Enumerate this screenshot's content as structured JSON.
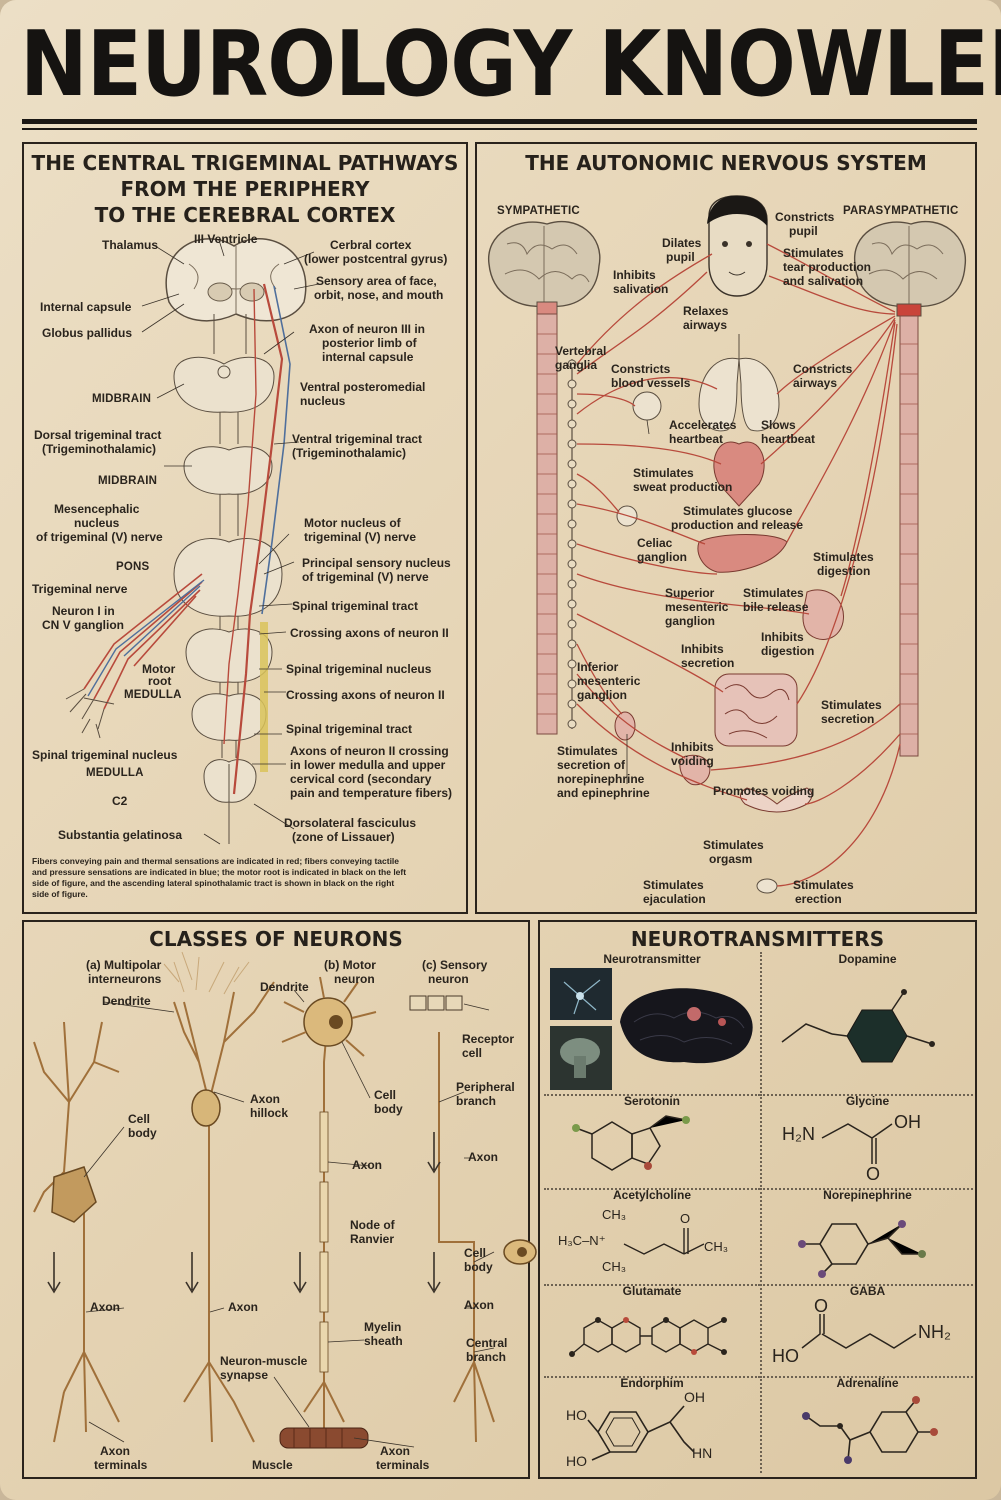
{
  "title": "NEUROLOGY KNOWLEDGE",
  "trigeminal": {
    "title_lines": [
      "THE CENTRAL TRIGEMINAL PATHWAYS",
      "FROM THE PERIPHERY",
      "TO THE CEREBRAL CORTEX"
    ],
    "labels": {
      "thalamus": "Thalamus",
      "iii_ventricle": "III Ventricle",
      "cerebral_cortex": "Cerbral cortex",
      "cerebral_cortex_sub": "(lower postcentral gyrus)",
      "sensory_area_1": "Sensory area of face,",
      "sensory_area_2": "orbit, nose, and mouth",
      "internal_capsule": "Internal capsule",
      "globus_pallidus": "Globus pallidus",
      "axon_neuron3_1": "Axon of neuron III in",
      "axon_neuron3_2": "posterior limb of",
      "axon_neuron3_3": "internal capsule",
      "midbrain_1": "MIDBRAIN",
      "ventral_pm_1": "Ventral posteromedial",
      "ventral_pm_2": "nucleus",
      "dorsal_tract_1": "Dorsal trigeminal tract",
      "dorsal_tract_2": "(Trigeminothalamic)",
      "ventral_tract_1": "Ventral trigeminal tract",
      "ventral_tract_2": "(Trigeminothalamic)",
      "midbrain_2": "MIDBRAIN",
      "mesen_1": "Mesencephalic",
      "mesen_2": "nucleus",
      "mesen_3": "of trigeminal (V) nerve",
      "motor_nucleus_1": "Motor nucleus of",
      "motor_nucleus_2": "trigeminal (V) nerve",
      "pons": "PONS",
      "principal_1": "Principal sensory nucleus",
      "principal_2": "of trigeminal (V) nerve",
      "trigeminal_nerve": "Trigeminal nerve",
      "neuron1_1": "Neuron I in",
      "neuron1_2": "CN V ganglion",
      "spinal_tract_1": "Spinal trigeminal tract",
      "crossing_1": "Crossing axons of neuron II",
      "motor_root_1": "Motor",
      "motor_root_2": "root",
      "medulla_1": "MEDULLA",
      "spinal_nucleus_1": "Spinal trigeminal nucleus",
      "crossing_2": "Crossing axons of neuron II",
      "spinal_tract_2": "Spinal trigeminal tract",
      "spinal_nucleus_2": "Spinal trigeminal nucleus",
      "medulla_2": "MEDULLA",
      "axons_neuron2_1": "Axons of neuron II crossing",
      "axons_neuron2_2": "in lower medulla and upper",
      "axons_neuron2_3": "cervical cord (secondary",
      "axons_neuron2_4": "pain and temperature fibers)",
      "c2": "C2",
      "substantia": "Substantia gelatinosa",
      "dorsolateral_1": "Dorsolateral fasciculus",
      "dorsolateral_2": "(zone of Lissauer)"
    },
    "footnote": [
      "Fibers conveying pain and thermal sensations are indicated in red; fibers conveying tactile",
      "and pressure sensations are indicated in blue; the motor root is indicated in black on the left",
      "side of figure, and the ascending lateral spinothalamic tract is shown in black on the right",
      "side of figure."
    ]
  },
  "autonomic": {
    "title": "THE AUTONOMIC NERVOUS SYSTEM",
    "labels": {
      "sympathetic": "SYMPATHETIC",
      "parasympathetic": "PARASYMPATHETIC",
      "constricts_pupil_1": "Constricts",
      "constricts_pupil_2": "pupil",
      "dilates_pupil_1": "Dilates",
      "dilates_pupil_2": "pupil",
      "stim_tear_1": "Stimulates",
      "stim_tear_2": "tear production",
      "stim_tear_3": "and salivation",
      "inhibits_sal_1": "Inhibits",
      "inhibits_sal_2": "salivation",
      "relaxes_1": "Relaxes",
      "relaxes_2": "airways",
      "vertebral_1": "Vertebral",
      "vertebral_2": "ganglia",
      "constricts_bv_1": "Constricts",
      "constricts_bv_2": "blood vessels",
      "constricts_air_1": "Constricts",
      "constricts_air_2": "airways",
      "accelerates_1": "Accelerates",
      "accelerates_2": "heartbeat",
      "slows_1": "Slows",
      "slows_2": "heartbeat",
      "sweat_1": "Stimulates",
      "sweat_2": "sweat production",
      "glucose_1": "Stimulates glucose",
      "glucose_2": "production and release",
      "celiac_1": "Celiac",
      "celiac_2": "ganglion",
      "digestion_1": "Stimulates",
      "digestion_2": "digestion",
      "superior_1": "Superior",
      "superior_2": "mesenteric",
      "superior_3": "ganglion",
      "bile_1": "Stimulates",
      "bile_2": "bile release",
      "inhib_secretion_1": "Inhibits",
      "inhib_secretion_2": "secretion",
      "inhib_digestion_1": "Inhibits",
      "inhib_digestion_2": "digestion",
      "inferior_1": "Inferior",
      "inferior_2": "mesenteric",
      "inferior_3": "ganglion",
      "stim_secretion_1": "Stimulates",
      "stim_secretion_2": "secretion",
      "norepi_1": "Stimulates",
      "norepi_2": "secretion of",
      "norepi_3": "norepinephrine",
      "norepi_4": "and epinephrine",
      "inhib_voiding_1": "Inhibits",
      "inhib_voiding_2": "voiding",
      "promotes_voiding": "Promotes voiding",
      "orgasm_1": "Stimulates",
      "orgasm_2": "orgasm",
      "ejaculation_1": "Stimulates",
      "ejaculation_2": "ejaculation",
      "erection_1": "Stimulates",
      "erection_2": "erection"
    }
  },
  "neurons": {
    "title": "CLASSES OF NEURONS",
    "labels": {
      "multipolar_1": "(a) Multipolar",
      "multipolar_2": "interneurons",
      "motor_1": "(b) Motor",
      "motor_2": "neuron",
      "sensory_1": "(c) Sensory",
      "sensory_2": "neuron",
      "dendrite_1": "Dendrite",
      "dendrite_2": "Dendrite",
      "receptor_1": "Receptor",
      "receptor_2": "cell",
      "cell_body_1a": "Cell",
      "cell_body_1b": "body",
      "axon_hillock_1": "Axon",
      "axon_hillock_2": "hillock",
      "cell_body_2a": "Cell",
      "cell_body_2b": "body",
      "peripheral_1": "Peripheral",
      "peripheral_2": "branch",
      "axon_motor": "Axon",
      "axon_sensory_1": "Axon",
      "node_1": "Node of",
      "node_2": "Ranvier",
      "cell_body_3a": "Cell",
      "cell_body_3b": "body",
      "axon_a": "Axon",
      "axon_b": "Axon",
      "myelin_1": "Myelin",
      "myelin_2": "sheath",
      "axon_sensory_2": "Axon",
      "central_1": "Central",
      "central_2": "branch",
      "nm_synapse_1": "Neuron-muscle",
      "nm_synapse_2": "synapse",
      "axon_terminals_1": "Axon",
      "axon_terminals_1b": "terminals",
      "muscle": "Muscle",
      "axon_terminals_2": "Axon",
      "axon_terminals_2b": "terminals"
    }
  },
  "neurotransmitters": {
    "title": "NEUROTRANSMITTERS",
    "cells": [
      {
        "name": "Neurotransmitter"
      },
      {
        "name": "Dopamine"
      },
      {
        "name": "Serotonin"
      },
      {
        "name": "Glycine",
        "formula_parts": [
          "H₂N",
          "OH",
          "O"
        ]
      },
      {
        "name": "Acetylcholine",
        "formula_parts": [
          "CH₃",
          "H₃C–N⁺",
          "CH₃",
          "O",
          "CH₃"
        ]
      },
      {
        "name": "Norepinephrine"
      },
      {
        "name": "Glutamate"
      },
      {
        "name": "GABA",
        "formula_parts": [
          "O",
          "HO",
          "NH₂"
        ]
      },
      {
        "name": "Endorphim",
        "formula_parts": [
          "OH",
          "HO",
          "HO",
          "HN"
        ]
      },
      {
        "name": "Adrenaline"
      }
    ]
  },
  "colors": {
    "parchment": "#e6d5b6",
    "ink": "#1d1a16",
    "nerve_red": "#b84a3c",
    "brain_tan": "#cfc2a8",
    "organ_pink": "#d98a80"
  }
}
